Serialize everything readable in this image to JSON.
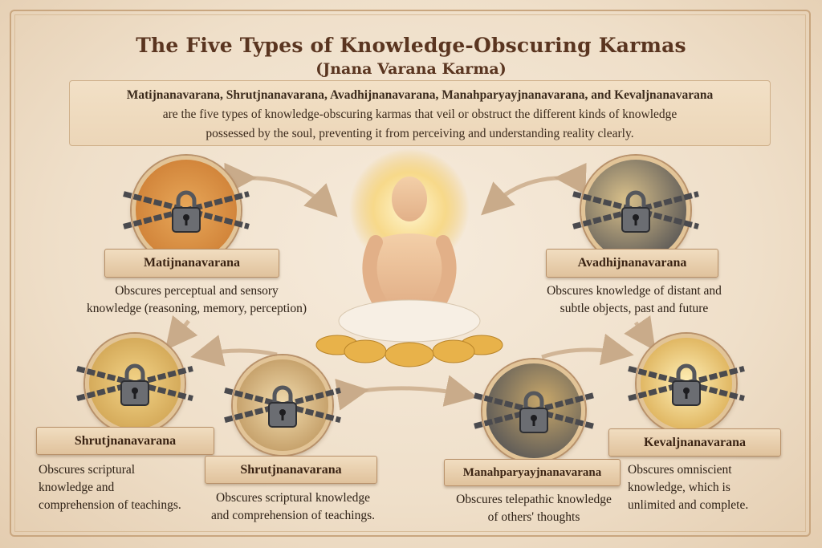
{
  "title": "The Five Types of Knowledge-Obscuring Karmas",
  "subtitle": "(Jnana Varana Karma)",
  "intro": {
    "names": "Matijnanavarana, Shrutjnanavarana, Avadhijnanavarana, Manahparyayjnanavarana, and Kevaljnanavarana",
    "line2": "are the five types of knowledge-obscuring karmas that veil or obstruct the different kinds of knowledge",
    "line3": "possessed by the soul, preventing it from perceiving and understanding reality clearly."
  },
  "karmas": [
    {
      "name": "Matijnanavarana",
      "desc": [
        "Obscures perceptual and sensory",
        "knowledge (reasoning, memory, perception)"
      ],
      "icon": "brain-icon"
    },
    {
      "name": "Avadhijnanavarana",
      "desc": [
        "Obscures knowledge of distant and",
        "subtle objects, past and future"
      ],
      "icon": "eye-icon"
    },
    {
      "name": "Shrutjnanavarana",
      "desc": [
        "Obscures scriptural",
        "knowledge and",
        "comprehension of teachings."
      ],
      "icon": "book-icon"
    },
    {
      "name": "Shrutjnanavarana",
      "desc": [
        "Obscures scriptural knowledge",
        "and comprehension of teachings."
      ],
      "icon": "book-icon"
    },
    {
      "name": "Manahparyayjnanavarana",
      "desc": [
        "Obscures telepathic knowledge",
        "of others' thoughts"
      ],
      "icon": "head-icon"
    },
    {
      "name": "Kevaljnanavarana",
      "desc": [
        "Obscures omniscient",
        "knowledge, which is",
        "unlimited  and complete."
      ],
      "icon": "sun-icon"
    }
  ],
  "colors": {
    "accent": "#5a3520",
    "parchment": "#f2e0c6",
    "gold": "#e2c497"
  }
}
